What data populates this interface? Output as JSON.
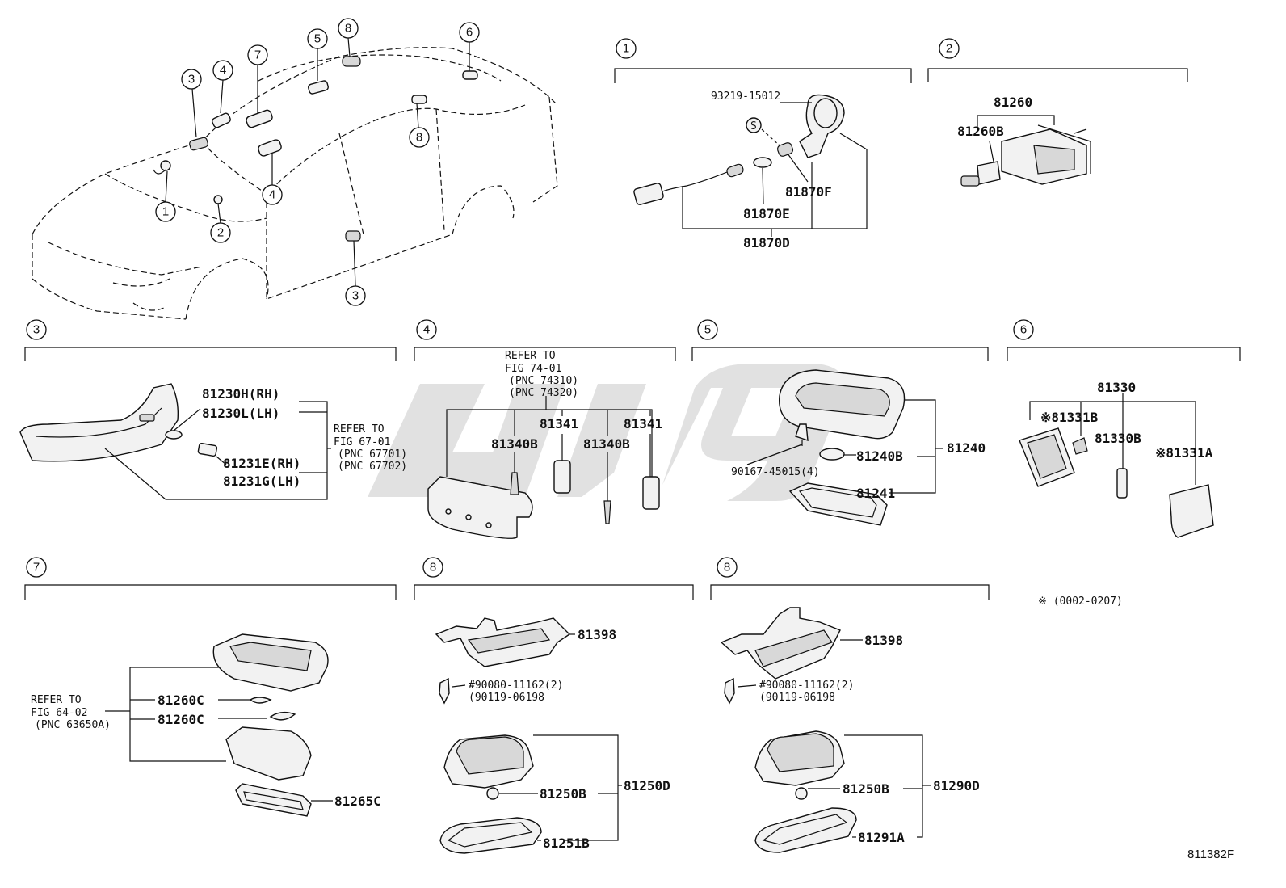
{
  "figure_number": "811382F",
  "note": "※ (0002-0207)",
  "car_callouts": [
    "1",
    "2",
    "3",
    "3",
    "4",
    "4",
    "5",
    "6",
    "7",
    "8",
    "8"
  ],
  "sections": {
    "s1": {
      "num": "1",
      "labels": [
        "93219-15012",
        "S",
        "81870F",
        "81870E",
        "81870D"
      ]
    },
    "s2": {
      "num": "2",
      "labels": [
        "81260",
        "81260B"
      ]
    },
    "s3": {
      "num": "3",
      "labels": [
        "81230H(RH)",
        "81230L(LH)",
        "81231E(RH)",
        "81231G(LH)"
      ],
      "refer": [
        "REFER TO",
        "FIG 67-01",
        "(PNC 67701)",
        "(PNC 67702)"
      ]
    },
    "s4": {
      "num": "4",
      "labels": [
        "81341",
        "81341",
        "81340B",
        "81340B"
      ],
      "refer": [
        "REFER TO",
        "FIG 74-01",
        "(PNC 74310)",
        "(PNC 74320)"
      ]
    },
    "s5": {
      "num": "5",
      "labels": [
        "90167-45015(4)",
        "81240B",
        "81240",
        "81241"
      ]
    },
    "s6": {
      "num": "6",
      "labels": [
        "81330",
        "※81331B",
        "81330B",
        "※81331A"
      ]
    },
    "s7": {
      "num": "7",
      "labels": [
        "81260C",
        "81260C",
        "81265C"
      ],
      "refer": [
        "REFER TO",
        "FIG 64-02",
        "(PNC 63650A)"
      ]
    },
    "s8a": {
      "num": "8",
      "labels": [
        "81398",
        "#90080-11162(2)",
        "(90119-06198",
        "81250B",
        "81250D",
        "81251B"
      ]
    },
    "s8b": {
      "num": "8",
      "labels": [
        "81398",
        "#90080-11162(2)",
        "(90119-06198",
        "81250B",
        "81290D",
        "81291A"
      ]
    }
  }
}
